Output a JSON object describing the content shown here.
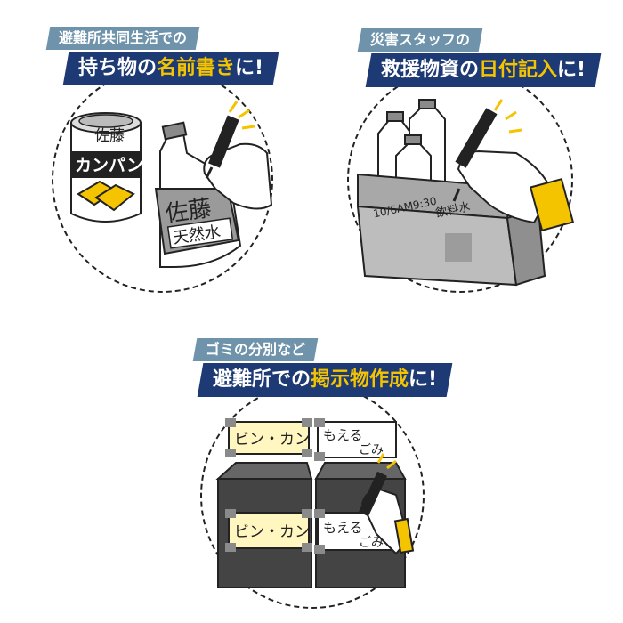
{
  "panel1": {
    "tag_top": "避難所共同生活での",
    "tag_main_pre": "持ち物の",
    "tag_main_hl": "名前書き",
    "tag_main_post": "に!",
    "can_label": "佐藤",
    "can_brand": "カンパン",
    "bottle_name": "佐藤",
    "bottle_water": "天然水"
  },
  "panel2": {
    "tag_top": "災害スタッフの",
    "tag_main_pre": "救援物資の",
    "tag_main_hl": "日付記入",
    "tag_main_post": "に!",
    "box_date": "10/6AM9:30",
    "box_item": "飲料水"
  },
  "panel3": {
    "tag_top": "ゴミの分別など",
    "tag_main_pre": "避難所での",
    "tag_main_hl": "掲示物作成",
    "tag_main_post": "に!",
    "sign_bin_top": "ビン・カン",
    "sign_burn_top_1": "もえる",
    "sign_burn_top_2": "ごみ",
    "sign_bin_bottom": "ビン・カン",
    "sign_burn_bottom_1": "もえる",
    "sign_burn_bottom_2": "ごみ"
  },
  "colors": {
    "tag_light": "#6e93ab",
    "tag_dark": "#1e3a74",
    "highlight": "#f5c400",
    "gray": "#8a8a8a"
  }
}
